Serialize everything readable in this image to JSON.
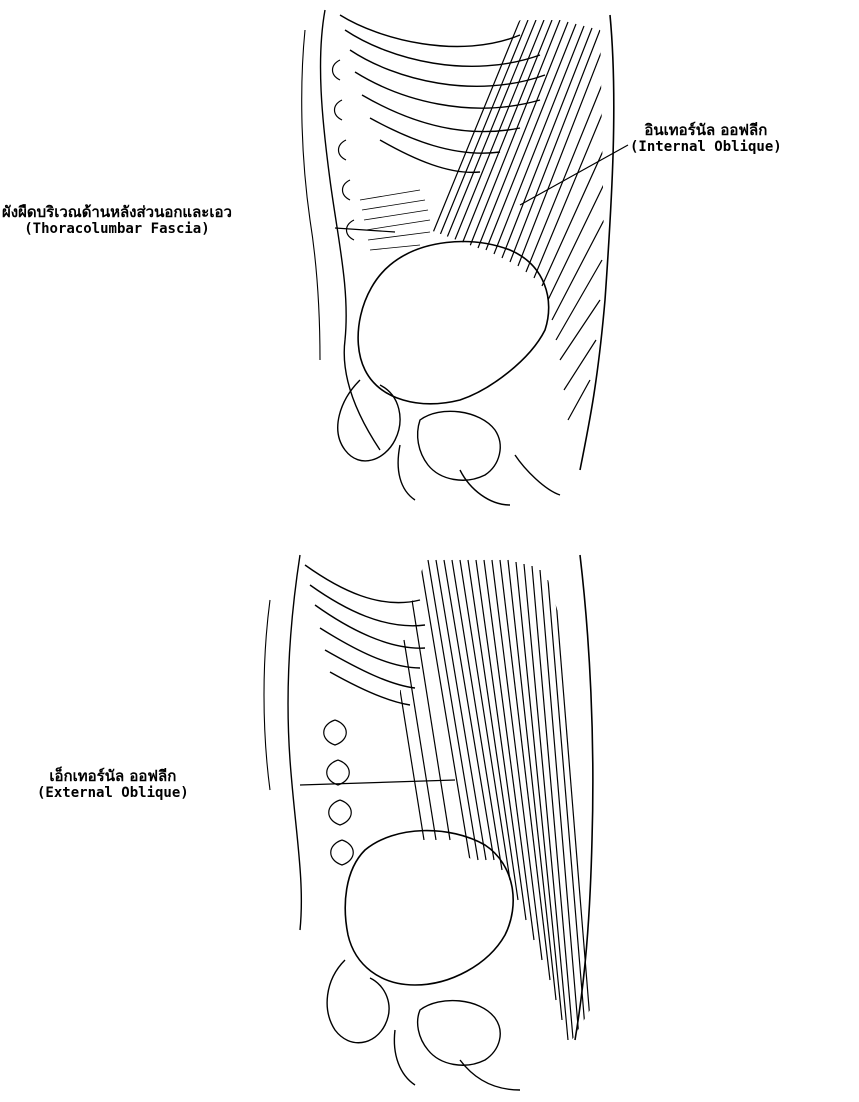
{
  "labels": {
    "internal_oblique": {
      "thai": "อินเทอร์นัล ออฟลีก",
      "english": "(Internal Oblique)"
    },
    "thoracolumbar_fascia": {
      "thai": "ผังผืดบริเวณด้านหลังส่วนอกและเอว",
      "english": "(Thoracolumbar Fascia)"
    },
    "external_oblique": {
      "thai": "เอ็กเทอร์นัล ออฟลีก",
      "english": "(External Oblique)"
    }
  },
  "colors": {
    "ink": "#000000",
    "paper": "#ffffff"
  }
}
